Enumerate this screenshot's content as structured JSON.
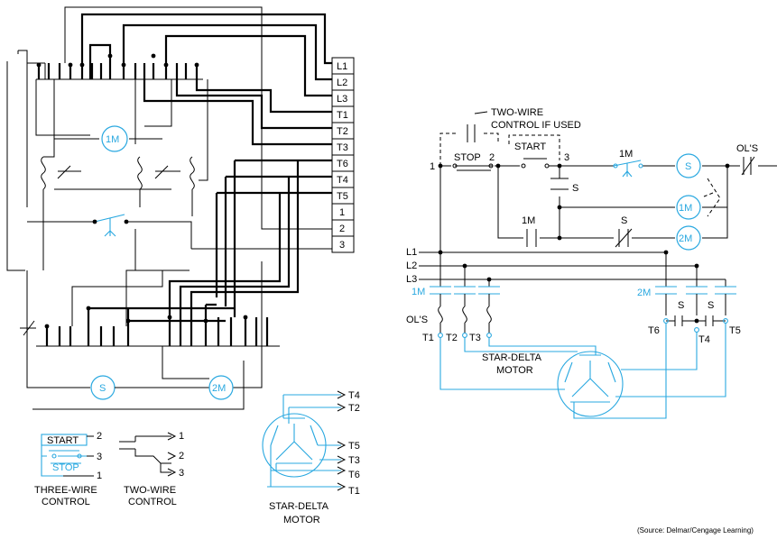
{
  "terminal_strip": [
    "L1",
    "L2",
    "L3",
    "T1",
    "T2",
    "T3",
    "T6",
    "T4",
    "T5",
    "1",
    "2",
    "3"
  ],
  "left_coils": {
    "m1": "1M",
    "s": "S",
    "m2": "2M"
  },
  "three_wire": {
    "start": "START",
    "stop": "STOP",
    "t2": "2",
    "t3": "3",
    "t1": "1",
    "caption_line1": "THREE-WIRE",
    "caption_line2": "CONTROL"
  },
  "two_wire": {
    "t1": "1",
    "t2": "2",
    "t3": "3",
    "caption_line1": "TWO-WIRE",
    "caption_line2": "CONTROL"
  },
  "small_motor": {
    "leads": [
      "T4",
      "T2",
      "T5",
      "T3",
      "T6",
      "T1"
    ],
    "caption_line1": "STAR-DELTA",
    "caption_line2": "MOTOR"
  },
  "ladder": {
    "two_wire_note_line1": "TWO-WIRE",
    "two_wire_note_line2": "CONTROL IF USED",
    "stop": "STOP",
    "start": "START",
    "node1": "1",
    "node2": "2",
    "node3": "3",
    "m1_contact": "1M",
    "ols": "OL'S",
    "coil_s": "S",
    "coil_1m": "1M",
    "coil_2m": "2M",
    "s_contact_1": "S",
    "m1_contact_2": "1M",
    "s_contact_2": "S"
  },
  "power": {
    "lines": [
      "L1",
      "L2",
      "L3"
    ],
    "m1": "1M",
    "ols": "OL'S",
    "m2": "2M",
    "s": "S",
    "t1": "T1",
    "t2": "T2",
    "t3": "T3",
    "t6": "T6",
    "t4": "T4",
    "t5": "T5",
    "motor_line1": "STAR-DELTA",
    "motor_line2": "MOTOR"
  },
  "source": "(Source: Delmar/Cengage Learning)"
}
